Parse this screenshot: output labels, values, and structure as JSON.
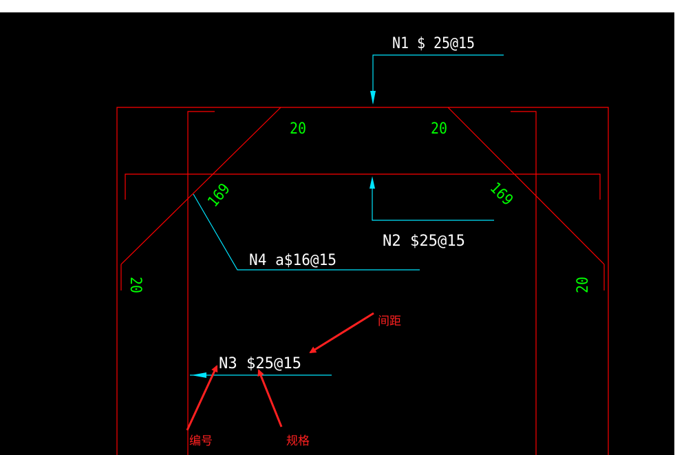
{
  "colors": {
    "background": "#000000",
    "outline": "#ff0000",
    "leader": "#00e5ff",
    "dimension_text": "#00ff00",
    "label_text": "#ffffff",
    "annotation": "#ff2020"
  },
  "labels": {
    "n1": "N1 $ 25@15",
    "n2": "N2 $25@15",
    "n3": "N3 $25@15",
    "n4": "N4 a$16@15"
  },
  "dimensions": {
    "top_left": "20",
    "top_right": "20",
    "diag_left": "169",
    "diag_right": "169",
    "side_left": "20",
    "side_right": "20"
  },
  "annotations": {
    "spacing": "间距",
    "number": "编号",
    "spec": "规格"
  }
}
